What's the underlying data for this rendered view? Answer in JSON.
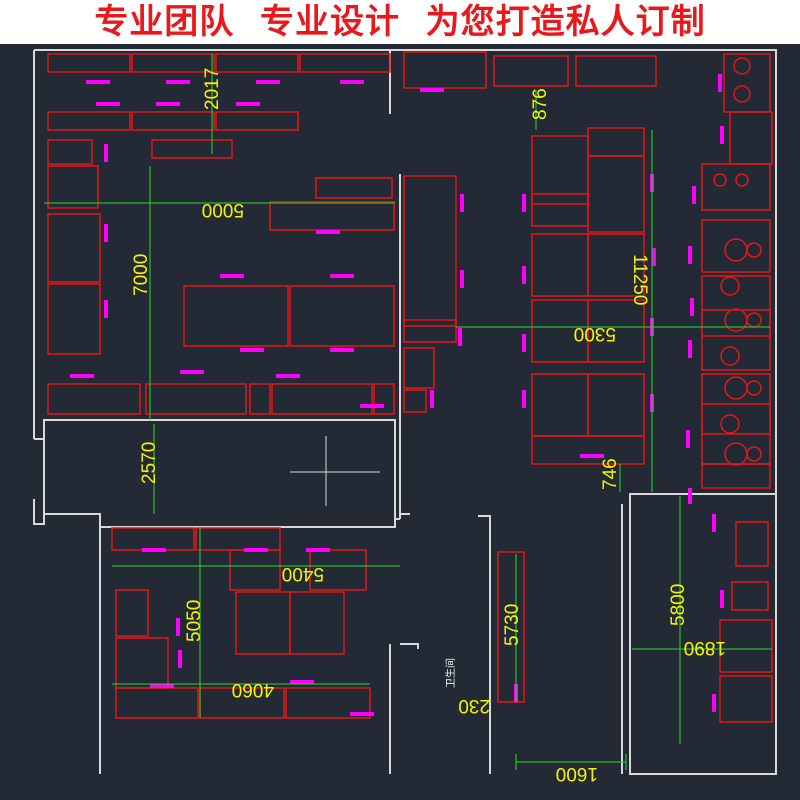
{
  "banner": {
    "text": "专业团队  专业设计  为您打造私人订制",
    "text_color": "#e8191c",
    "background": "#ffffff"
  },
  "plan": {
    "background": "#242a35",
    "wall_color": "#d8d8d8",
    "equipment_color": "#e01818",
    "label_tag_color": "#ff00ff",
    "dimension_line_color": "#22dd22",
    "dimension_text_color": "#f5f500",
    "dimensions": {
      "d2017": "2017",
      "d5000": "5000",
      "d7000": "7000",
      "d876": "876",
      "d11250": "11250",
      "d5300": "5300",
      "d2570": "2570",
      "d746": "746",
      "d5400": "5400",
      "d5050": "5050",
      "d4060": "4060",
      "d5730": "5730",
      "d5800": "5800",
      "d1890": "1890",
      "d230": "230",
      "d1600": "1600"
    },
    "notes": {
      "toilet": "卫生间"
    }
  }
}
